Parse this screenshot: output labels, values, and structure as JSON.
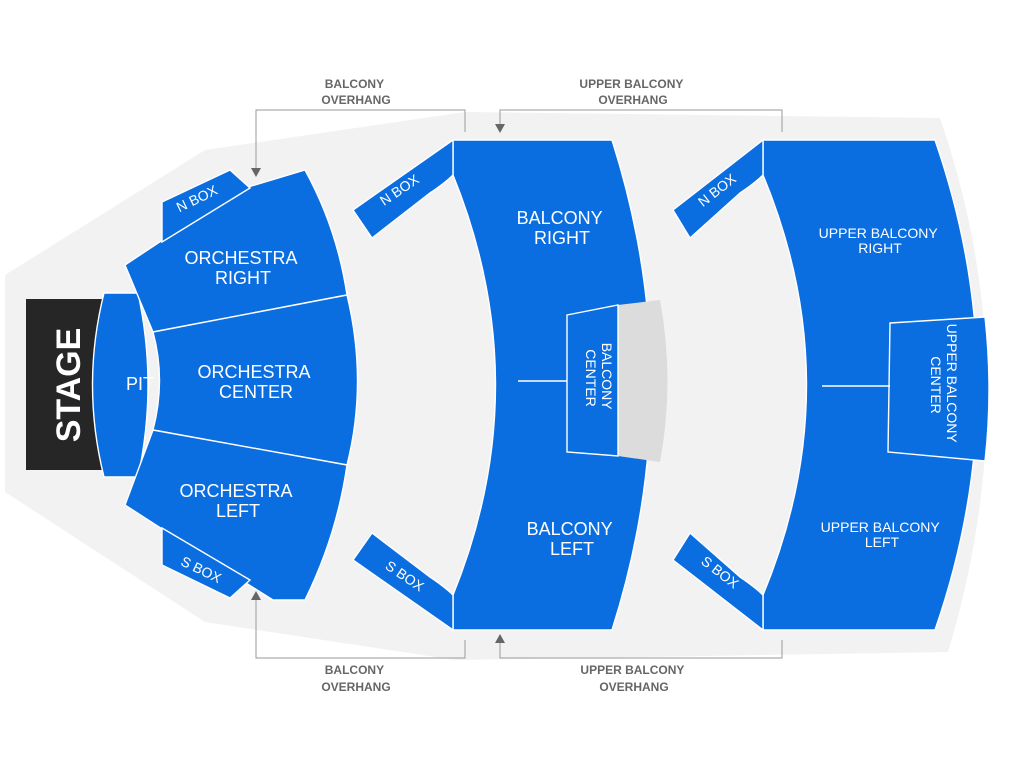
{
  "stage": {
    "label": "STAGE"
  },
  "sections": {
    "pit": "PIT",
    "orchestra_right": [
      "ORCHESTRA",
      "RIGHT"
    ],
    "orchestra_center": [
      "ORCHESTRA",
      "CENTER"
    ],
    "orchestra_left": [
      "ORCHESTRA",
      "LEFT"
    ],
    "n_box": "N BOX",
    "s_box": "S BOX",
    "balcony_right": [
      "BALCONY",
      "RIGHT"
    ],
    "balcony_center": [
      "BALCONY",
      "CENTER"
    ],
    "balcony_left": [
      "BALCONY",
      "LEFT"
    ],
    "upper_balcony_right": [
      "UPPER BALCONY",
      "RIGHT"
    ],
    "upper_balcony_center": [
      "UPPER BALCONY",
      "CENTER"
    ],
    "upper_balcony_left": [
      "UPPER BALCONY",
      "LEFT"
    ]
  },
  "callouts": {
    "balcony_overhang": [
      "BALCONY",
      "OVERHANG"
    ],
    "upper_balcony_overhang": [
      "UPPER BALCONY",
      "OVERHANG"
    ]
  },
  "colors": {
    "section": "#0b6ee0",
    "stage": "#262626",
    "venue_floor": "#f2f2f2",
    "unavailable": "#dcdcdc"
  }
}
